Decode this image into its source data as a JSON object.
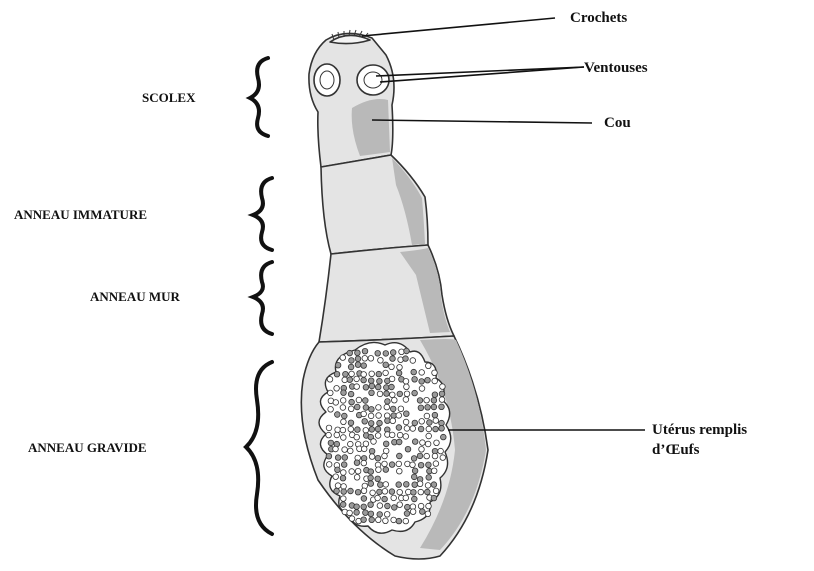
{
  "labels": {
    "crochets": "Crochets",
    "ventouses": "Ventouses",
    "cou": "Cou",
    "uterus_line1": "Utérus remplis",
    "uterus_line2": "d’Œufs",
    "scolex": "SCOLEX",
    "immature": "ANNEAU IMMATURE",
    "mur": "ANNEAU MUR",
    "gravide": "ANNEAU GRAVIDE"
  },
  "colors": {
    "outline": "#333333",
    "segment_fill": "#e4e4e4",
    "shade": "#b9b9b9",
    "uterus_fill": "#ffffff",
    "egg_fill": "#8a8a8a"
  }
}
